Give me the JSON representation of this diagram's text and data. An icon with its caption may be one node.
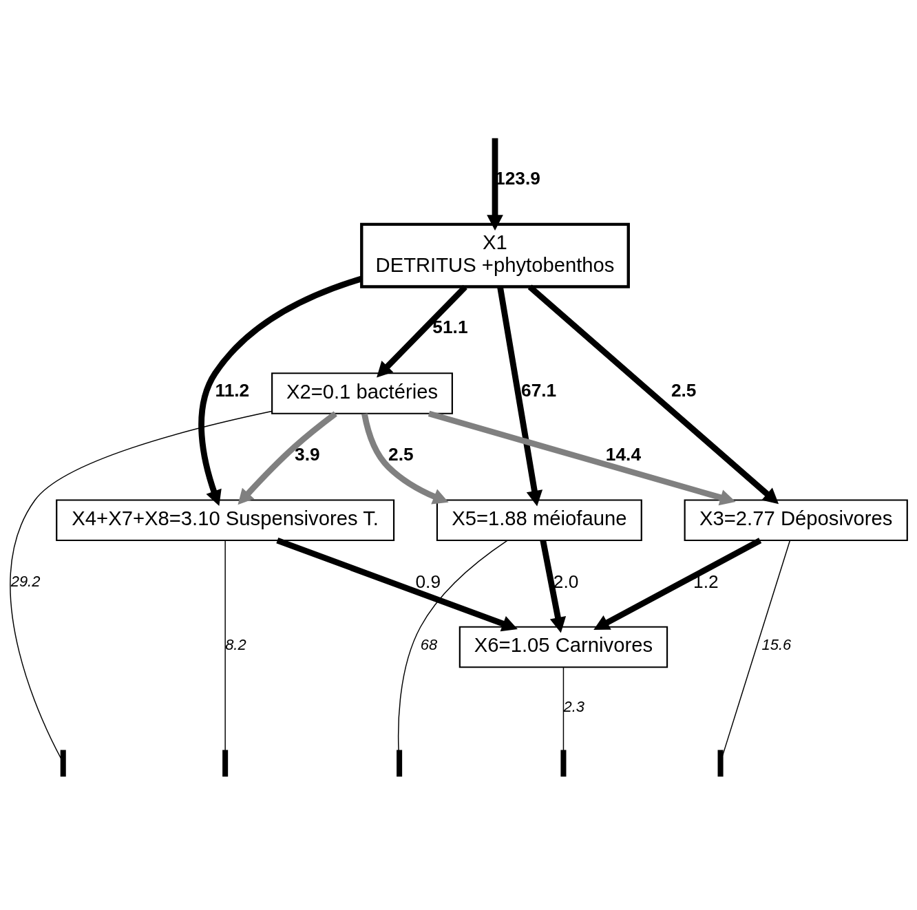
{
  "diagram": {
    "nodes": [
      {
        "text": [
          "X1",
          "DETRITUS +phytobenthos"
        ]
      },
      {
        "text": [
          "X2=0.1 bactéries"
        ]
      },
      {
        "text": [
          "X3=2.77 Déposivores"
        ]
      },
      {
        "text": [
          "X5=1.88 méiofaune"
        ]
      },
      {
        "text": [
          "X4+X7+X8=3.10 Suspensivores T."
        ]
      },
      {
        "text": [
          "X6=1.05 Carnivores"
        ]
      },
      {
        "text": [],
        "shape": "ground"
      },
      {
        "text": [],
        "shape": "ground"
      },
      {
        "text": [],
        "shape": "ground"
      },
      {
        "text": [],
        "shape": "ground"
      },
      {
        "text": [],
        "shape": "ground"
      }
    ],
    "edges": [
      {
        "from": null,
        "to": 0,
        "arrow": "to",
        "label": "123.9"
      },
      {
        "from": 0,
        "to": 1,
        "arrow": "to",
        "label": "51.1"
      },
      {
        "from": 0,
        "to": 3,
        "arrow": "to",
        "label": "67.1"
      },
      {
        "from": 0,
        "to": 2,
        "arrow": "to",
        "label": "2.5"
      },
      {
        "from": 0,
        "to": 4,
        "arrow": "to",
        "label": "11.2"
      },
      {
        "from": 1,
        "to": 2,
        "arrow": "to",
        "label": "14.4",
        "color": "#808080"
      },
      {
        "from": 1,
        "to": 3,
        "arrow": "to",
        "label": "2.5",
        "color": "#808080"
      },
      {
        "from": 1,
        "to": 4,
        "arrow": "to",
        "label": "3.9",
        "color": "#808080"
      },
      {
        "from": 2,
        "to": 5,
        "arrow": "to",
        "label": "1.2"
      },
      {
        "from": 3,
        "to": 5,
        "arrow": "to",
        "label": "2.0"
      },
      {
        "from": 4,
        "to": 5,
        "arrow": "to",
        "label": "0.9"
      },
      {
        "from": 1,
        "to": 6,
        "arrow": "none",
        "label": "29.2"
      },
      {
        "from": 4,
        "to": 7,
        "arrow": "none",
        "label": "8.2"
      },
      {
        "from": 3,
        "to": 8,
        "arrow": "none",
        "label": "68"
      },
      {
        "from": 5,
        "to": 9,
        "arrow": "none",
        "label": "2.3"
      },
      {
        "from": 2,
        "to": 10,
        "arrow": "none",
        "label": "15.6"
      }
    ]
  }
}
